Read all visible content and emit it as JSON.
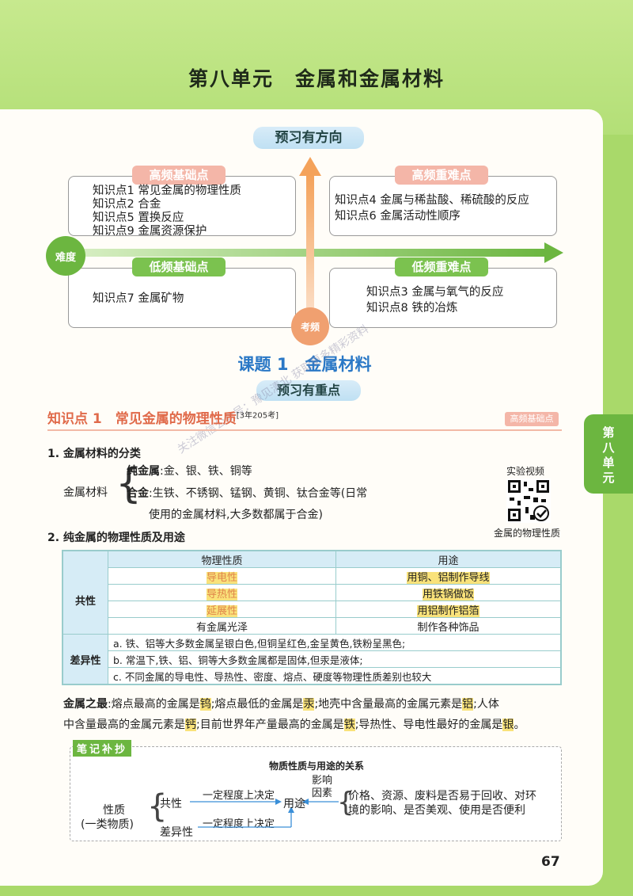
{
  "unit_title": "第八单元　金属和金属材料",
  "preview_banner": "预习有方向",
  "quadrants": {
    "top_left": {
      "title": "高频基础点",
      "items": [
        "知识点1  常见金属的物理性质",
        "知识点2  合金",
        "知识点5  置换反应",
        "知识点9  金属资源保护"
      ]
    },
    "top_right": {
      "title": "高频重难点",
      "items": [
        "知识点4  金属与稀盐酸、稀硫酸的反应",
        "知识点6  金属活动性顺序"
      ]
    },
    "bottom_left": {
      "title": "低频基础点",
      "items": [
        "知识点7  金属矿物"
      ]
    },
    "bottom_right": {
      "title": "低频重难点",
      "items": [
        "知识点3  金属与氧气的反应",
        "知识点8  铁的冶炼"
      ]
    },
    "axis_x_label": "难度",
    "axis_y_label": "考频"
  },
  "lesson_title": "课题 1　金属材料",
  "focus_banner": "预习有重点",
  "watermark": "关注微信公众号：豫见清北  获取更多精彩资料",
  "side_tab": [
    "第",
    "八",
    "单",
    "元"
  ],
  "kp1": {
    "title": "知识点 1　常见金属的物理性质",
    "sup": "[3年205考]",
    "badge": "高频基础点"
  },
  "sec1": {
    "heading": "1.  金属材料的分类",
    "root": "金属材料",
    "line1_label": "纯金属",
    "line1_text": ":金、银、铁、铜等",
    "line2_label": "合金",
    "line2_text": ":生铁、不锈钢、锰钢、黄铜、钛合金等(日常",
    "line3_text": "使用的金属材料,大多数都属于合金)"
  },
  "qr": {
    "top": "实验视频",
    "bottom": "金属的物理性质"
  },
  "sec2": {
    "heading": "2.  纯金属的物理性质及用途"
  },
  "table": {
    "head": [
      "物理性质",
      "用途"
    ],
    "common_label": "共性",
    "rows": [
      [
        "导电性",
        "用铜、铝制作导线"
      ],
      [
        "导热性",
        "用铁锅做饭"
      ],
      [
        "延展性",
        "用铝制作铝箔"
      ],
      [
        "有金属光泽",
        "制作各种饰品"
      ]
    ],
    "diff_label": "差异性",
    "diffs": [
      "a. 铁、铝等大多数金属呈银白色,但铜呈红色,金呈黄色,铁粉呈黑色;",
      "b. 常温下,铁、铝、铜等大多数金属都是固体,但汞是液体;",
      "c. 不同金属的导电性、导热性、密度、熔点、硬度等物理性质差别也较大"
    ]
  },
  "metal_most": {
    "label": "金属之最",
    "p1": ":熔点最高的金属是",
    "v1": "钨",
    "p2": ";熔点最低的金属是",
    "v2": "汞",
    "p3": ";地壳中含量最高的金属元素是",
    "v3": "铝",
    "p4": ";人体",
    "p5": "中含量最高的金属元素是",
    "v5": "钙",
    "p6": ";目前世界年产量最高的金属是",
    "v6": "铁",
    "p7": ";导热性、导电性最好的金属是",
    "v7": "银",
    "p8": "。"
  },
  "notes": {
    "label": "笔记补抄",
    "title": "物质性质与用途的关系",
    "property": "性质",
    "property_sub": "(一类物质)",
    "common": "共性",
    "diff": "差异性",
    "decide1": "一定程度上决定",
    "decide2": "一定程度上决定",
    "use": "用途",
    "influence": "影响",
    "factor": "因素",
    "factors1": "价格、资源、废料是否易于回收、对环",
    "factors2": "境的影响、是否美观、使用是否便利"
  },
  "page_number": "67"
}
